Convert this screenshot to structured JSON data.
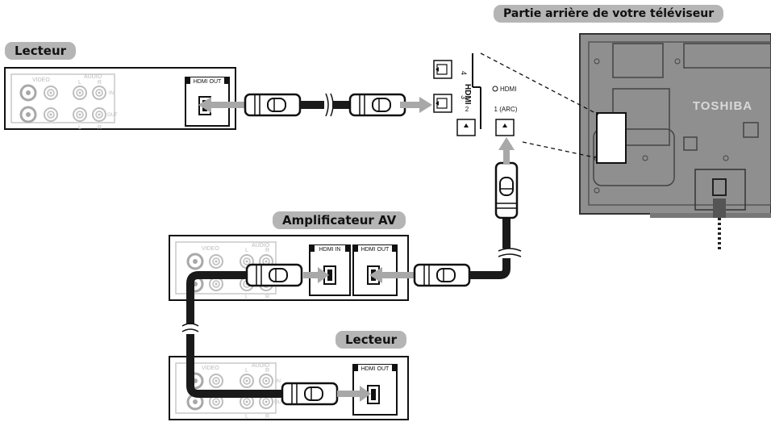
{
  "labels": {
    "tv_rear": "Partie arrière de votre téléviseur",
    "player_top": "Lecteur",
    "amplifier": "Amplificateur AV",
    "player_bottom": "Lecteur"
  },
  "panel": {
    "video": "VIDEO",
    "audio": "AUDIO",
    "left": "L",
    "right": "R",
    "in": "IN",
    "out": "OUT",
    "hdmi_out": "HDMI OUT",
    "hdmi_in": "HDMI IN"
  },
  "tv": {
    "brand": "TOSHIBA",
    "hdmi_label": "HDMI",
    "port_4": "4",
    "port_3": "3",
    "port_2": "2",
    "port_1": "1 (ARC)",
    "hdmi_logo": "HDMI"
  },
  "colors": {
    "label_bg": "#b5b5b5",
    "tv_body": "#8f8f8f",
    "cable": "#1a1a1a",
    "arrow": "#a8a8a8"
  }
}
